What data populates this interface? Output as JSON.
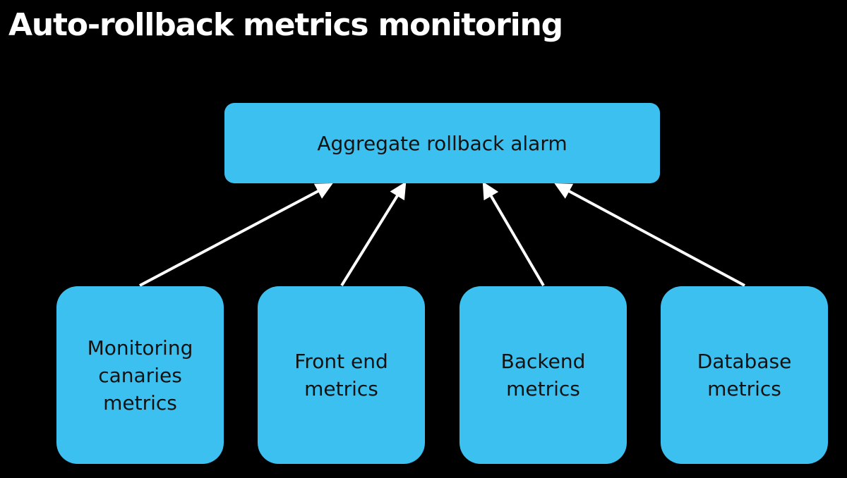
{
  "title": "Auto-rollback metrics monitoring",
  "diagram": {
    "target": {
      "label": "Aggregate rollback alarm"
    },
    "sources": [
      {
        "label": "Monitoring canaries metrics"
      },
      {
        "label": "Front end metrics"
      },
      {
        "label": "Backend metrics"
      },
      {
        "label": "Database metrics"
      }
    ],
    "edges": [
      {
        "from": "Monitoring canaries metrics",
        "to": "Aggregate rollback alarm"
      },
      {
        "from": "Front end metrics",
        "to": "Aggregate rollback alarm"
      },
      {
        "from": "Backend metrics",
        "to": "Aggregate rollback alarm"
      },
      {
        "from": "Database metrics",
        "to": "Aggregate rollback alarm"
      }
    ]
  },
  "colors": {
    "background": "#000000",
    "box_fill": "#3cc0ef",
    "box_text": "#121212",
    "arrow": "#ffffff",
    "title": "#ffffff"
  }
}
